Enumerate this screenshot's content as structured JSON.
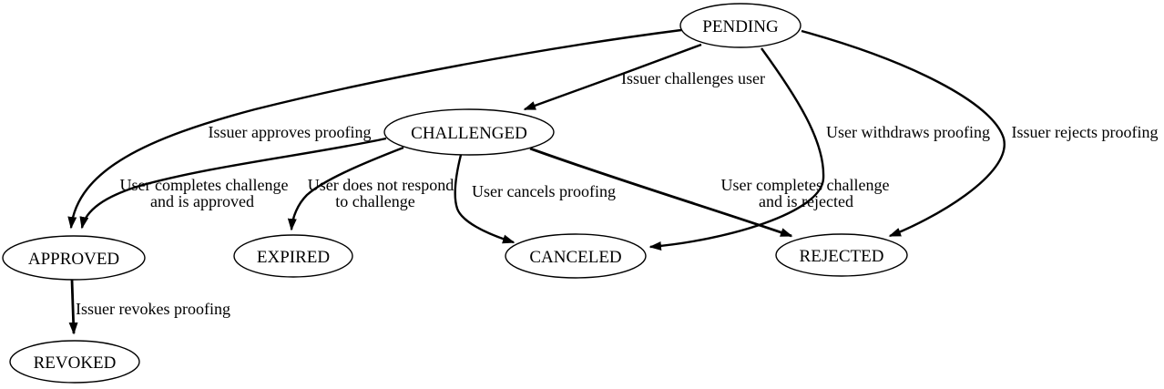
{
  "diagram": {
    "kind": "state-transition-graph",
    "background_color": "#ffffff",
    "stroke_color": "#000000",
    "text_color": "#000000"
  },
  "nodes": {
    "pending": {
      "label": "PENDING"
    },
    "challenged": {
      "label": "CHALLENGED"
    },
    "approved": {
      "label": "APPROVED"
    },
    "expired": {
      "label": "EXPIRED"
    },
    "canceled": {
      "label": "CANCELED"
    },
    "rejected": {
      "label": "REJECTED"
    },
    "revoked": {
      "label": "REVOKED"
    }
  },
  "edges": {
    "pending_to_challenged": {
      "from": "PENDING",
      "to": "CHALLENGED",
      "lines": [
        "Issuer challenges user"
      ]
    },
    "pending_to_approved": {
      "from": "PENDING",
      "to": "APPROVED",
      "lines": [
        "Issuer approves proofing"
      ]
    },
    "pending_to_canceled": {
      "from": "PENDING",
      "to": "CANCELED",
      "lines": [
        "User withdraws proofing"
      ]
    },
    "pending_to_rejected": {
      "from": "PENDING",
      "to": "REJECTED",
      "lines": [
        "Issuer rejects proofing"
      ]
    },
    "challenged_to_approved": {
      "from": "CHALLENGED",
      "to": "APPROVED",
      "lines": [
        "User completes challenge",
        "and is approved"
      ]
    },
    "challenged_to_expired": {
      "from": "CHALLENGED",
      "to": "EXPIRED",
      "lines": [
        "User does not respond",
        "to challenge"
      ]
    },
    "challenged_to_canceled": {
      "from": "CHALLENGED",
      "to": "CANCELED",
      "lines": [
        "User cancels proofing"
      ]
    },
    "challenged_to_rejected": {
      "from": "CHALLENGED",
      "to": "REJECTED",
      "lines": [
        "User completes challenge",
        "and is rejected"
      ]
    },
    "approved_to_revoked": {
      "from": "APPROVED",
      "to": "REVOKED",
      "lines": [
        "Issuer revokes proofing"
      ]
    }
  }
}
